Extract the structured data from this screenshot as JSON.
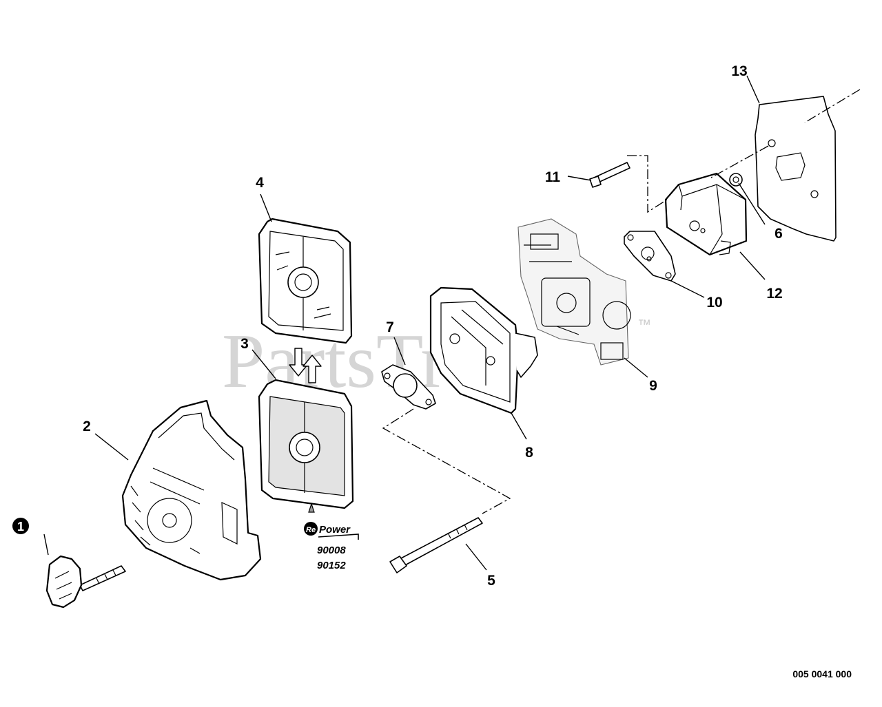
{
  "diagram": {
    "callouts": [
      {
        "id": "1",
        "label": "1",
        "circled": true
      },
      {
        "id": "2",
        "label": "2"
      },
      {
        "id": "3",
        "label": "3"
      },
      {
        "id": "4",
        "label": "4"
      },
      {
        "id": "5",
        "label": "5"
      },
      {
        "id": "6",
        "label": "6"
      },
      {
        "id": "7",
        "label": "7"
      },
      {
        "id": "8",
        "label": "8"
      },
      {
        "id": "9",
        "label": "9"
      },
      {
        "id": "10",
        "label": "10"
      },
      {
        "id": "11",
        "label": "11"
      },
      {
        "id": "12",
        "label": "12"
      },
      {
        "id": "13",
        "label": "13"
      }
    ],
    "repower": {
      "logo_prefix": "Re",
      "logo_text": "Power",
      "part_numbers": [
        "90008",
        "90152"
      ]
    },
    "watermark": {
      "text": "PartsTree",
      "trademark": "™"
    },
    "drawing_code": "005 0041 000"
  }
}
